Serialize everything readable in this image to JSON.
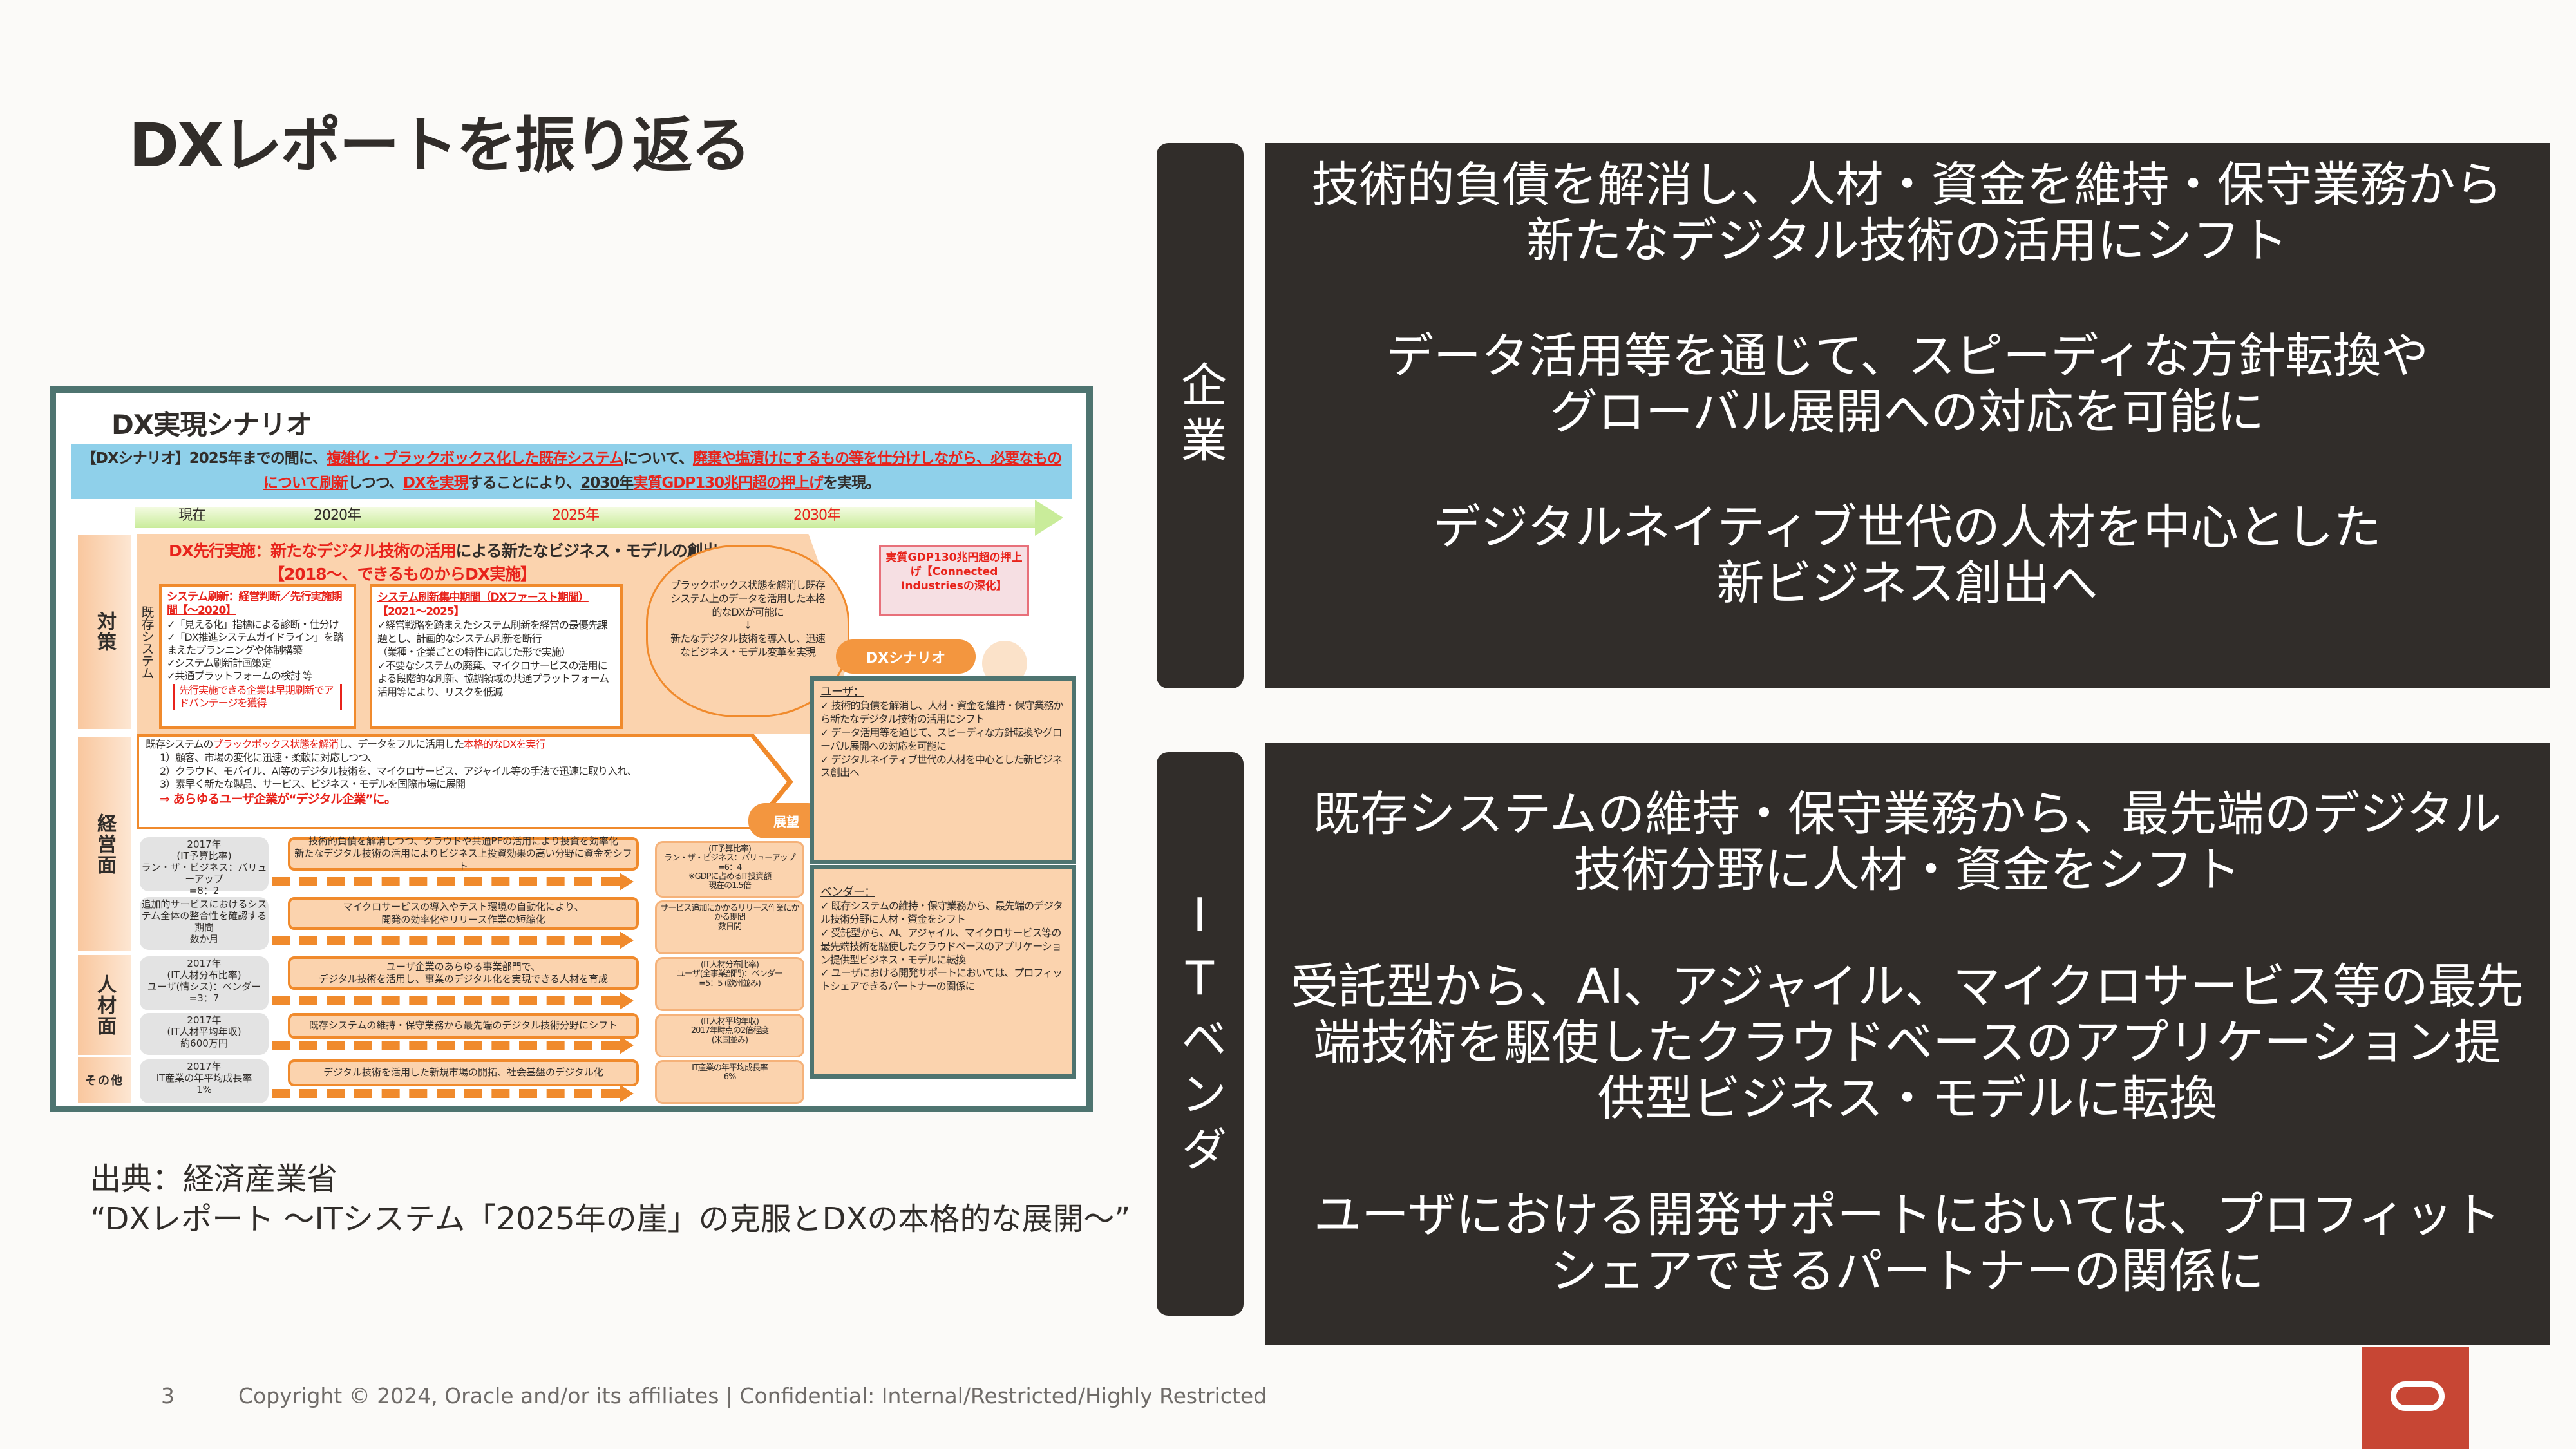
{
  "slide": {
    "title": "DXレポートを振り返る",
    "source_line1": "出典：経済産業省",
    "source_line2": "“DXレポート ～ITシステム「2025年の崖」の克服とDXの本格的な展開～”"
  },
  "figure": {
    "title": "DX実現シナリオ",
    "banner": {
      "s1": "【DXシナリオ】2025年までの間に、",
      "s2": "複雑化・ブラックボックス化した既存システム",
      "s3": "について、",
      "s4": "廃棄や塩漬けにするもの等を仕分けしながら、必要なものについて刷新",
      "s5": "しつつ、",
      "s6": "DXを実現",
      "s7": "することにより、",
      "s8": "2030年",
      "s9": "実質GDP130兆円超の押上げ",
      "s10": "を実現。"
    },
    "timeline": [
      "現在",
      "2020年",
      "2025年",
      "2030年"
    ],
    "side_labels": [
      "対策",
      "経営面",
      "人材面",
      "その他"
    ],
    "dx_lead": {
      "line1_red": "DX先行実施：新たなデジタル技術の活用",
      "line1_rest": "による新たなビジネス・モデルの創出",
      "line2": "【2018～、できるものからDX実施】"
    },
    "existing_system_label": "既存システム",
    "box1": {
      "heading": "システム刷新：経営判断／先行実施期間【～2020】",
      "items": [
        "✓「見える化」指標による診断・仕分け",
        "✓「DX推進システムガイドライン」を踏まえたプランニングや体制構築",
        "✓システム刷新計画策定",
        "✓共通プラットフォームの検討 等"
      ],
      "note": "先行実施できる企業は早期刷新でアドバンテージを獲得"
    },
    "box2": {
      "heading": "システム刷新集中期間（DXファースト期間）【2021～2025】",
      "items": [
        "✓経営戦略を踏まえたシステム刷新を経営の最優先課題とし、計画的なシステム刷新を断行",
        "（業種・企業ごとの特性に応じた形で実施）",
        "✓不要なシステムの廃棄、マイクロサービスの活用による段階的な刷新、協調領域の共通プラットフォーム活用等により、リスクを低減"
      ]
    },
    "cloud": {
      "text1": "ブラックボックス状態を解消し既存システム上のデータを活用した本格的なDXが可能に",
      "arrow": "↓",
      "text2": "新たなデジタル技術を導入し、迅速なビジネス・モデル変革を実現"
    },
    "gdp_box": "実質GDP130兆円超の押上げ【Connected Industriesの深化】",
    "dx_scenario_badge": "DXシナリオ",
    "outlook_badge": "展望",
    "pentagon": {
      "line1_a": "既存システムの",
      "line1_b": "ブラックボックス状態を解消",
      "line1_c": "し、データをフルに活用した",
      "line1_d": "本格的なDXを実行",
      "items": [
        "1）顧客、市場の変化に迅速・柔軟に対応しつつ、",
        "2）クラウド、モバイル、AI等のデジタル技術を、マイクロサービス、アジャイル等の手法で迅速に取り入れ、",
        "3）素早く新たな製品、サービス、ビジネス・モデルを国際市場に展開"
      ],
      "conclusion": "⇒ あらゆるユーザ企業が“デジタル企業”に。"
    },
    "rows": [
      {
        "left": "2017年\n(IT予算比率)\nラン・ザ・ビジネス：バリューアップ\n=8：2",
        "mid": "技術的負債を解消しつつ、クラウドや共通PFの活用により投資を効率化\n新たなデジタル技術の活用によりビジネス上投資効果の高い分野に資金をシフト",
        "right": "(IT予算比率)\nラン・ザ・ビジネス：バリューアップ\n=6：4\n※GDPに占めるIT投資額\n現在の1.5倍"
      },
      {
        "left": "追加的サービスにおけるシステム全体の整合性を確認する期間\n数か月",
        "mid": "マイクロサービスの導入やテスト環境の自動化により、\n開発の効率化やリリース作業の短縮化",
        "right": "サービス追加にかかるリリース作業にかかる期間\n数日間"
      },
      {
        "left": "2017年\n(IT人材分布比率)\nユーザ(情シス)：ベンダー\n=3：7",
        "mid": "ユーザ企業のあらゆる事業部門で、\nデジタル技術を活用し、事業のデジタル化を実現できる人材を育成",
        "right": "(IT人材分布比率)\nユーザ(全事業部門)：ベンダー\n=5：5 (欧州並み)"
      },
      {
        "left": "2017年\n(IT人材平均年収)\n約600万円",
        "mid": "既存システムの維持・保守業務から最先端のデジタル技術分野にシフト",
        "right": "(IT人材平均年収)\n2017年時点の2倍程度\n(米国並み)"
      },
      {
        "left": "2017年\nIT産業の年平均成長率\n1%",
        "mid": "デジタル技術を活用した新規市場の開拓、社会基盤のデジタル化",
        "right": "IT産業の年平均成長率\n6%"
      }
    ],
    "user_box": {
      "heading": "ユーザ：",
      "items": [
        "✓ 技術的負債を解消し、人材・資金を維持・保守業務から新たなデジタル技術の活用にシフト",
        "✓ データ活用等を通じて、スピーディな方針転換やグローバル展開への対応を可能に",
        "✓ デジタルネイティブ世代の人材を中心とした新ビジネス創出へ"
      ]
    },
    "vendor_box": {
      "heading": "ベンダー：",
      "items": [
        "✓ 既存システムの維持・保守業務から、最先端のデジタル技術分野に人材・資金をシフト",
        "✓ 受託型から、AI、アジャイル、マイクロサービス等の最先端技術を駆使したクラウドベースのアプリケーション提供型ビジネス・モデルに転換",
        "✓ ユーザにおける開発サポートにおいては、プロフィットシェアできるパートナーの関係に"
      ]
    }
  },
  "panels": {
    "enterprise": {
      "label": "企業",
      "paragraphs": [
        [
          "技術的負債を解消し、人材・資金を維持・保守業務から",
          "新たなデジタル技術の活用にシフト"
        ],
        [
          "データ活用等を通じて、スピーディな方針転換や",
          "グローバル展開への対応を可能に"
        ],
        [
          "デジタルネイティブ世代の人材を中心とした",
          "新ビジネス創出へ"
        ]
      ]
    },
    "vendor": {
      "label": "ITベンダ",
      "paragraphs": [
        [
          "既存システムの維持・保守業務から、最先端のデジタル",
          "技術分野に人材・資金をシフト"
        ],
        [
          "受託型から、AI、アジャイル、マイクロサービス等の最先",
          "端技術を駆使したクラウドベースのアプリケーション提",
          "供型ビジネス・モデルに転換"
        ],
        [
          "ユーザにおける開発サポートにおいては、プロフィット",
          "シェアできるパートナーの関係に"
        ]
      ]
    }
  },
  "footer": {
    "page_number": "3",
    "copyright": "Copyright © 2024, Oracle and/or its affiliates  |  Confidential: Internal/Restricted/Highly Restricted"
  },
  "colors": {
    "dark": "#312d2a",
    "oracle_red": "#c74634",
    "accent_orange": "#f08a2c",
    "teal_frame": "#4e7470"
  }
}
